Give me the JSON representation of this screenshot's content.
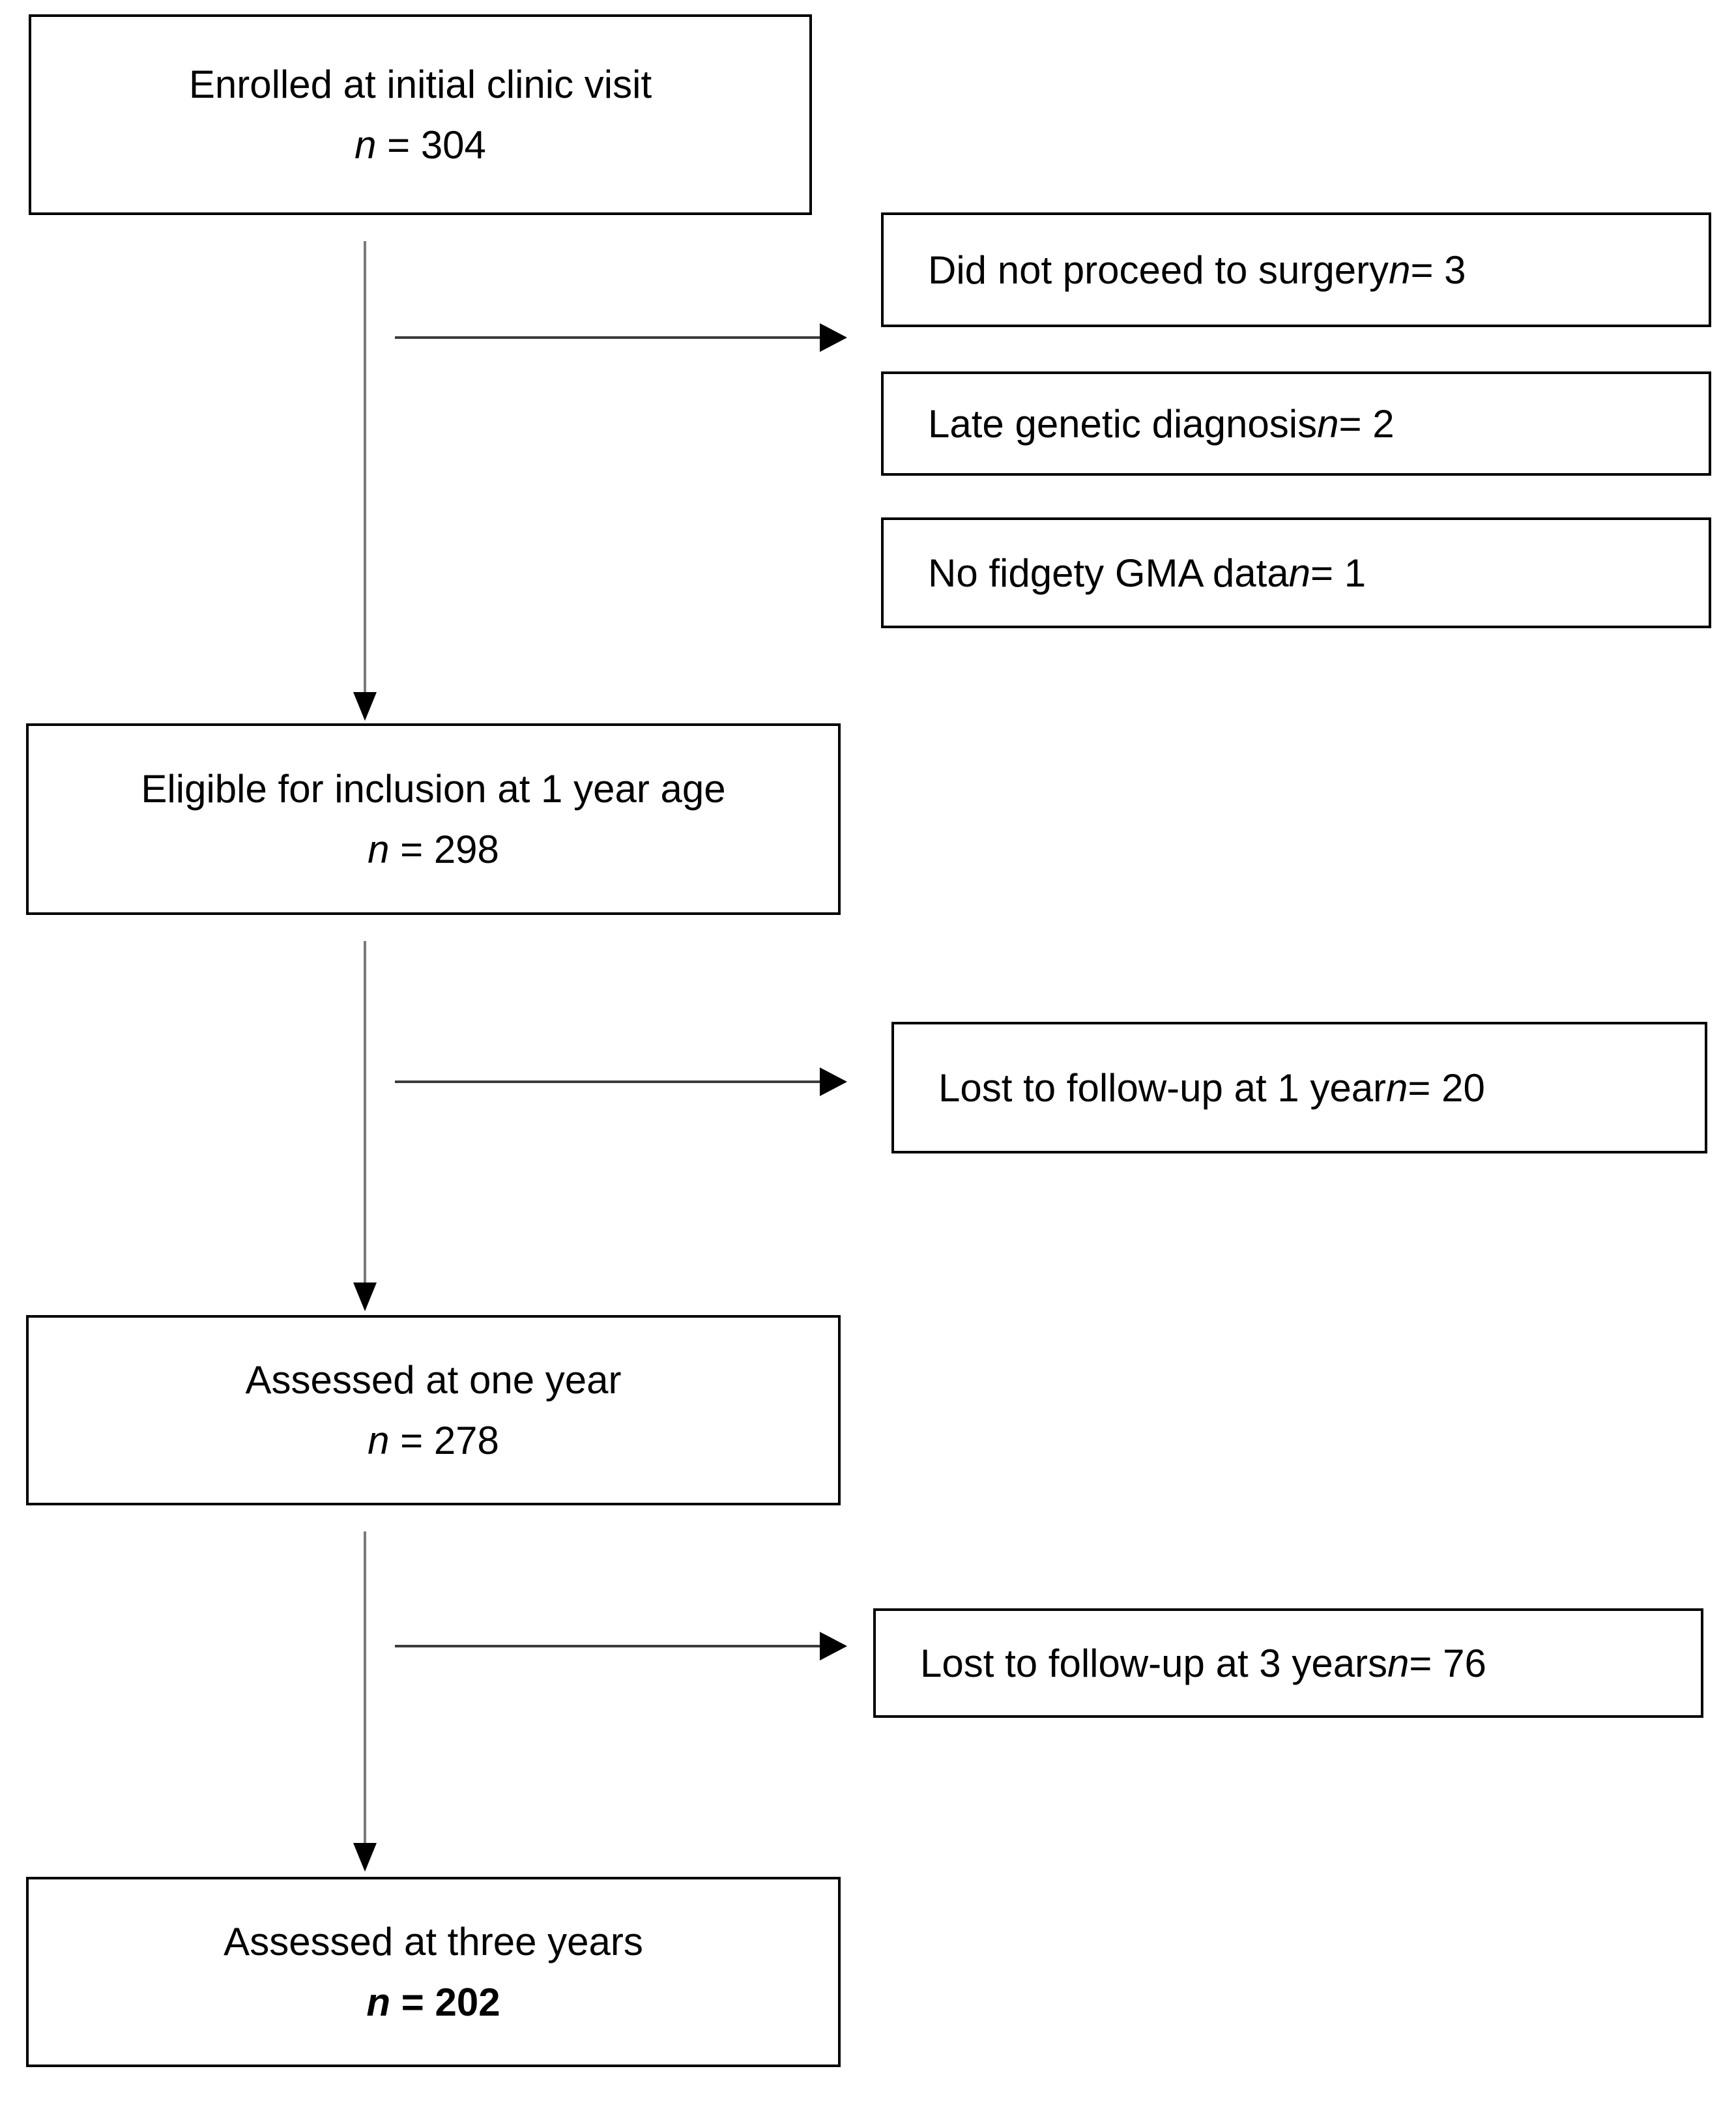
{
  "diagram": {
    "title_semantic": "study participant flow diagram",
    "colors": {
      "box_border": "#000000",
      "arrow_line_vertical": "#7a7a7a",
      "arrow_line_horizontal": "#3c3c3c",
      "arrowhead": "#000000",
      "text": "#000000",
      "background": "#ffffff"
    },
    "main_boxes": [
      {
        "label": "Enrolled at initial clinic visit",
        "n": "n",
        "value": " = 304"
      },
      {
        "label": "Eligible for inclusion at 1 year age",
        "n": "n",
        "value": " = 298"
      },
      {
        "label": "Assessed at one year",
        "n": "n",
        "value": " = 278"
      },
      {
        "label": "Assessed at three years",
        "n": "n",
        "value": " = 202"
      }
    ],
    "side_boxes": [
      {
        "label": "Did not proceed to surgery ",
        "n": "n",
        "value": " = 3"
      },
      {
        "label": "Late genetic diagnosis ",
        "n": "n",
        "value": " = 2"
      },
      {
        "label": "No fidgety GMA data ",
        "n": "n",
        "value": " = 1"
      },
      {
        "label": "Lost to follow-up at 1 year ",
        "n": "n",
        "value": " = 20"
      },
      {
        "label": "Lost to follow-up at 3 years ",
        "n": "n",
        "value": " = 76"
      }
    ]
  }
}
